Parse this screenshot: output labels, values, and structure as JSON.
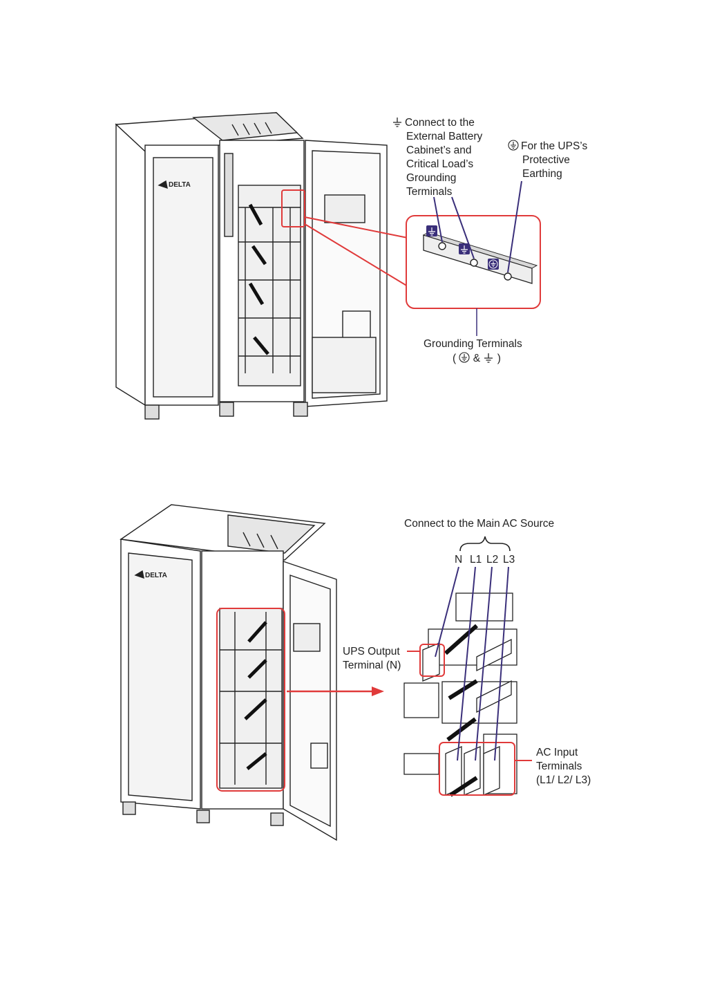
{
  "figure1": {
    "logo_text": "DELTA",
    "callout_ground_external": {
      "lines": [
        "Connect to the",
        "External Battery",
        "Cabinet’s and",
        "Critical Load’s",
        "Grounding",
        "Terminals"
      ],
      "icon": "ground-symbol-icon"
    },
    "callout_protective_earth": {
      "lines": [
        "For the UPS’s",
        "Protective",
        "Earthing"
      ],
      "icon": "protective-earth-icon"
    },
    "grounding_terminals_label": "Grounding Terminals",
    "grounding_symbols_text": {
      "open": "(",
      "amp": "&",
      "close": ")"
    },
    "accent_color": "#e03a3a",
    "lead_color": "#3a2f7a"
  },
  "figure2": {
    "logo_text": "DELTA",
    "main_ac_source_label": "Connect to the Main AC Source",
    "phases": [
      "N",
      "L1",
      "L2",
      "L3"
    ],
    "ups_output_label": [
      "UPS Output",
      "Terminal (N)"
    ],
    "ac_input_label": [
      "AC Input",
      "Terminals",
      "(L1/ L2/ L3)"
    ]
  }
}
